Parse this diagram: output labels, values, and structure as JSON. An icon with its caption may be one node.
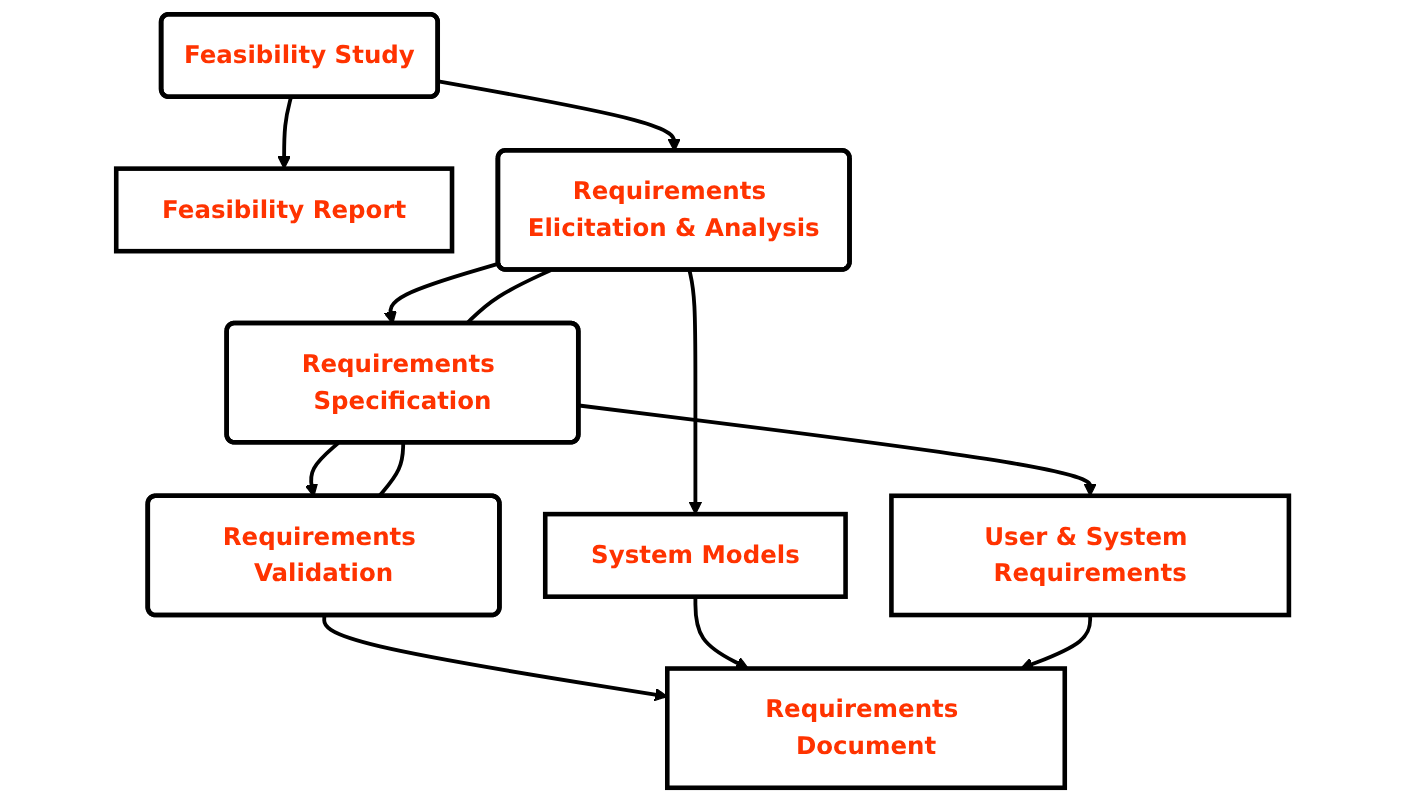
{
  "diagram": {
    "nodes": [
      {
        "text": [
          "Feasibility Study"
        ]
      },
      {
        "text": [
          "Feasibility Report"
        ]
      },
      {
        "text": [
          "Requirements Elicitation & Analysis"
        ]
      },
      {
        "text": [
          "System Models"
        ]
      },
      {
        "text": [
          "Requirements Specification"
        ]
      },
      {
        "text": [
          "User & System Requirements"
        ]
      },
      {
        "text": [
          "Requirements Validation"
        ]
      },
      {
        "text": [
          "Requirements Document"
        ]
      }
    ],
    "edges": [
      {
        "from": 0,
        "to": 2,
        "arrow": "to"
      },
      {
        "from": 0,
        "to": 1,
        "arrow": "to"
      },
      {
        "from": 2,
        "to": 4,
        "arrow": "to"
      },
      {
        "from": 2,
        "to": 3,
        "arrow": "to"
      },
      {
        "from": 2,
        "to": 4,
        "arrow": "none"
      },
      {
        "from": 4,
        "to": 6,
        "arrow": "to"
      },
      {
        "from": 4,
        "to": 5,
        "arrow": "to"
      },
      {
        "from": 4,
        "to": 6,
        "arrow": "none"
      },
      {
        "from": 6,
        "to": 7,
        "arrow": "to"
      },
      {
        "from": 3,
        "to": 7,
        "arrow": "to"
      },
      {
        "from": 5,
        "to": 7,
        "arrow": "to"
      }
    ]
  }
}
